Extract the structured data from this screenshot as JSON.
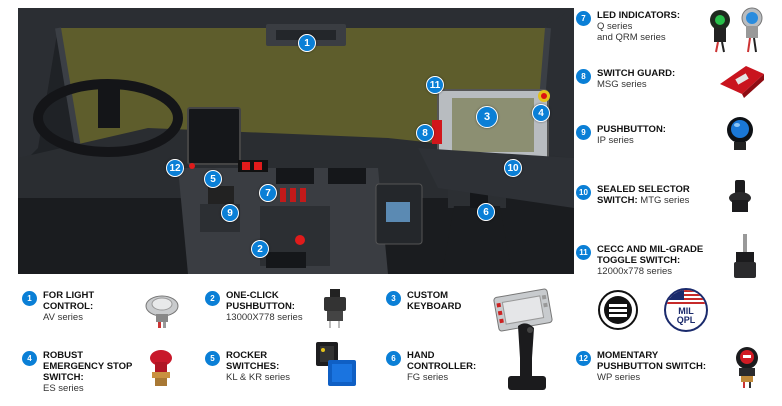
{
  "colors": {
    "accent": "#0a7fd6",
    "sky": "#5e5d2c",
    "cabin": "#2c2f33",
    "led_red": "#e01b1b"
  },
  "cockpit": {
    "markers": [
      "1",
      "2",
      "3",
      "4",
      "5",
      "6",
      "7",
      "8",
      "9",
      "10",
      "11",
      "12"
    ]
  },
  "items": [
    {
      "num": "1",
      "title": "FOR LIGHT CONTROL:",
      "series": "AV series",
      "icon": "metal-pushbutton-icon"
    },
    {
      "num": "2",
      "title": "ONE-CLICK PUSHBUTTON:",
      "series": "13000X778 series",
      "icon": "black-pushbutton-icon"
    },
    {
      "num": "3",
      "title": "CUSTOM KEYBOARD",
      "series": "",
      "icon": "keyboard-panel-icon"
    },
    {
      "num": "4",
      "title": "ROBUST EMERGENCY STOP SWITCH:",
      "series": "ES series",
      "icon": "emergency-stop-icon"
    },
    {
      "num": "5",
      "title": "ROCKER SWITCHES:",
      "series": "KL & KR series",
      "icon": "rocker-switch-icon"
    },
    {
      "num": "6",
      "title": "HAND CONTROLLER:",
      "series": "FG series",
      "icon": "joystick-icon"
    },
    {
      "num": "7",
      "title": "LED INDICATORS:",
      "series_lines": [
        "Q series",
        "and QRM series"
      ],
      "icon": "led-indicator-icon"
    },
    {
      "num": "8",
      "title": "SWITCH GUARD:",
      "series": "MSG series",
      "icon": "switch-guard-icon"
    },
    {
      "num": "9",
      "title": "PUSHBUTTON:",
      "series": "IP series",
      "icon": "blue-pushbutton-icon"
    },
    {
      "num": "10",
      "title_lines": [
        "SEALED SELECTOR",
        "SWITCH:"
      ],
      "series": "MTG series",
      "icon": "selector-switch-icon"
    },
    {
      "num": "11",
      "title_lines": [
        "CECC AND MIL-GRADE",
        "TOGGLE SWITCH:"
      ],
      "series": "12000x778 series",
      "icon": "toggle-switch-icon"
    },
    {
      "num": "12",
      "title_lines": [
        "MOMENTARY",
        "PUSHBUTTON SWITCH:"
      ],
      "series": "WP series",
      "icon": "momentary-pushbutton-icon"
    }
  ],
  "mil_logo": {
    "line1": "MIL",
    "line2": "QPL"
  }
}
